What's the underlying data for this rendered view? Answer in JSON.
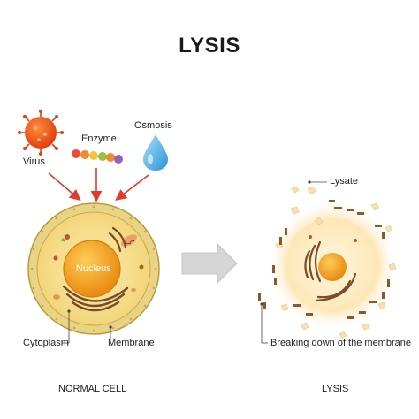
{
  "title": "LYSIS",
  "agents": {
    "virus": "Virus",
    "enzyme": "Enzyme",
    "osmosis": "Osmosis"
  },
  "normal_cell": {
    "nucleus": "Nucleus",
    "cytoplasm": "Cytoplasm",
    "membrane": "Membrane",
    "caption": "NORMAL CELL"
  },
  "lysed_cell": {
    "lysate": "Lysate",
    "breaking_membrane": "Breaking down of the membrane",
    "caption": "LYSIS"
  },
  "colors": {
    "arrow_red": "#e23b2e",
    "virus": "#f0621f",
    "membrane_outer": "#ecd88a",
    "cytoplasm": "#f7e28d",
    "nucleus": "#f5a11c",
    "organelle_brown": "#7a4a2c",
    "droplet": "#4db4e8",
    "process_arrow": "#d6d6d6"
  }
}
